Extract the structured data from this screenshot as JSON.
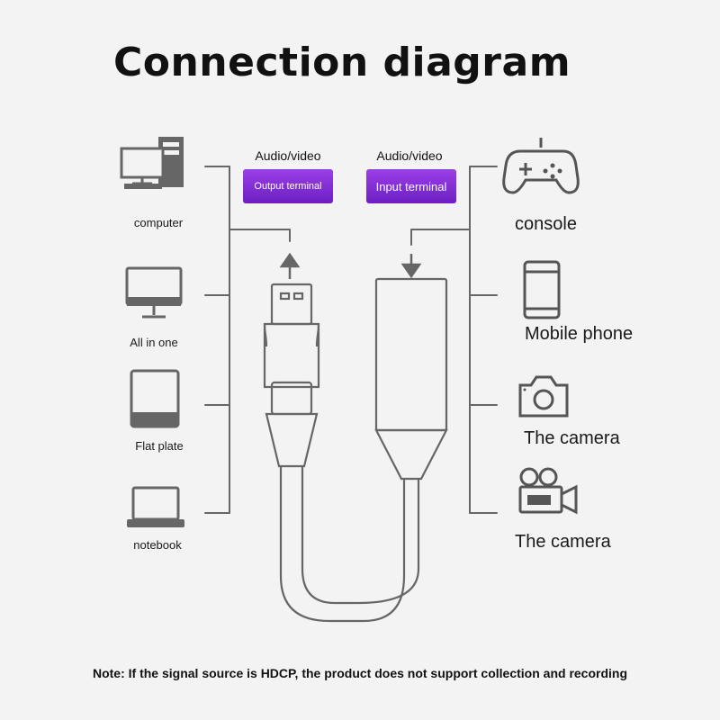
{
  "title": "Connection diagram",
  "left_devices": [
    {
      "label": "computer",
      "icon": "computer-icon"
    },
    {
      "label": "All in one",
      "icon": "all-in-one-icon"
    },
    {
      "label": "Flat plate",
      "icon": "tablet-icon"
    },
    {
      "label": "notebook",
      "icon": "laptop-icon"
    }
  ],
  "right_devices": [
    {
      "label": "console",
      "icon": "gamepad-icon"
    },
    {
      "label": "Mobile phone",
      "icon": "phone-icon"
    },
    {
      "label": "The camera",
      "icon": "camera-icon"
    },
    {
      "label": "The camera",
      "icon": "video-camera-icon"
    }
  ],
  "output": {
    "caption": "Audio/video",
    "label": "Output terminal"
  },
  "input": {
    "caption": "Audio/video",
    "label": "Input terminal"
  },
  "note": "Note: If the signal source is HDCP, the product does not support collection and recording",
  "colors": {
    "accent_top": "#9a3fe6",
    "accent_bottom": "#6d1fc4",
    "line": "#666666",
    "background": "#f3f3f4"
  }
}
